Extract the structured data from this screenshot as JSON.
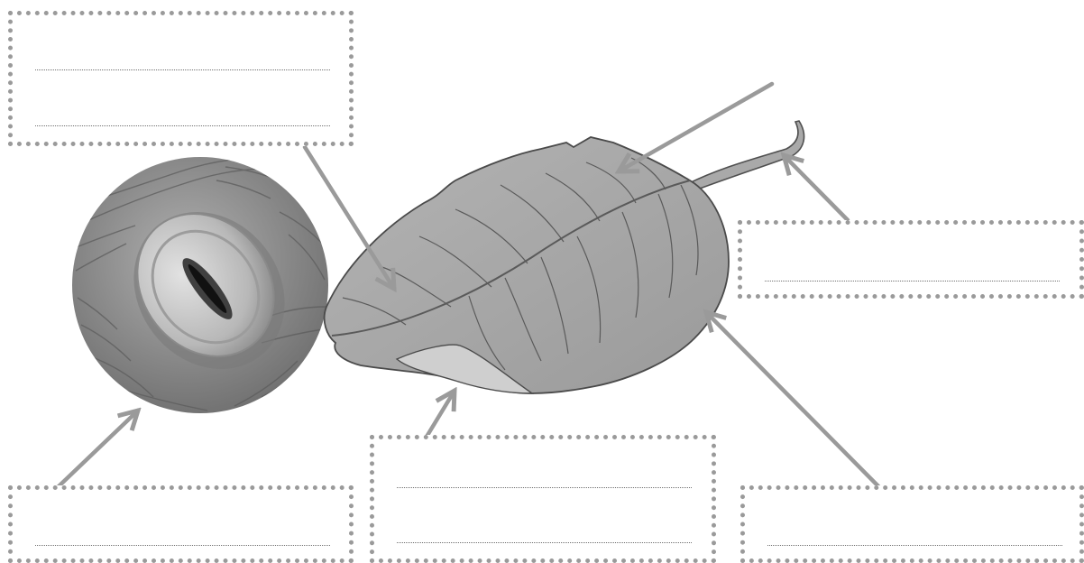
{
  "diagram": {
    "description_visible_text": "",
    "label_boxes": [
      {
        "id": "box-top-left",
        "lines": 2
      },
      {
        "id": "box-right-upper",
        "lines": 1
      },
      {
        "id": "box-bottom-left",
        "lines": 1
      },
      {
        "id": "box-bottom-center",
        "lines": 2
      },
      {
        "id": "box-bottom-right",
        "lines": 1
      }
    ],
    "colors": {
      "arrow": "#9a9a9a",
      "leaf_fill": "#a7a7a7",
      "leaf_outline": "#555555",
      "stoma_background": "#8e8e8e",
      "box_border": "#9a9a9a"
    }
  }
}
